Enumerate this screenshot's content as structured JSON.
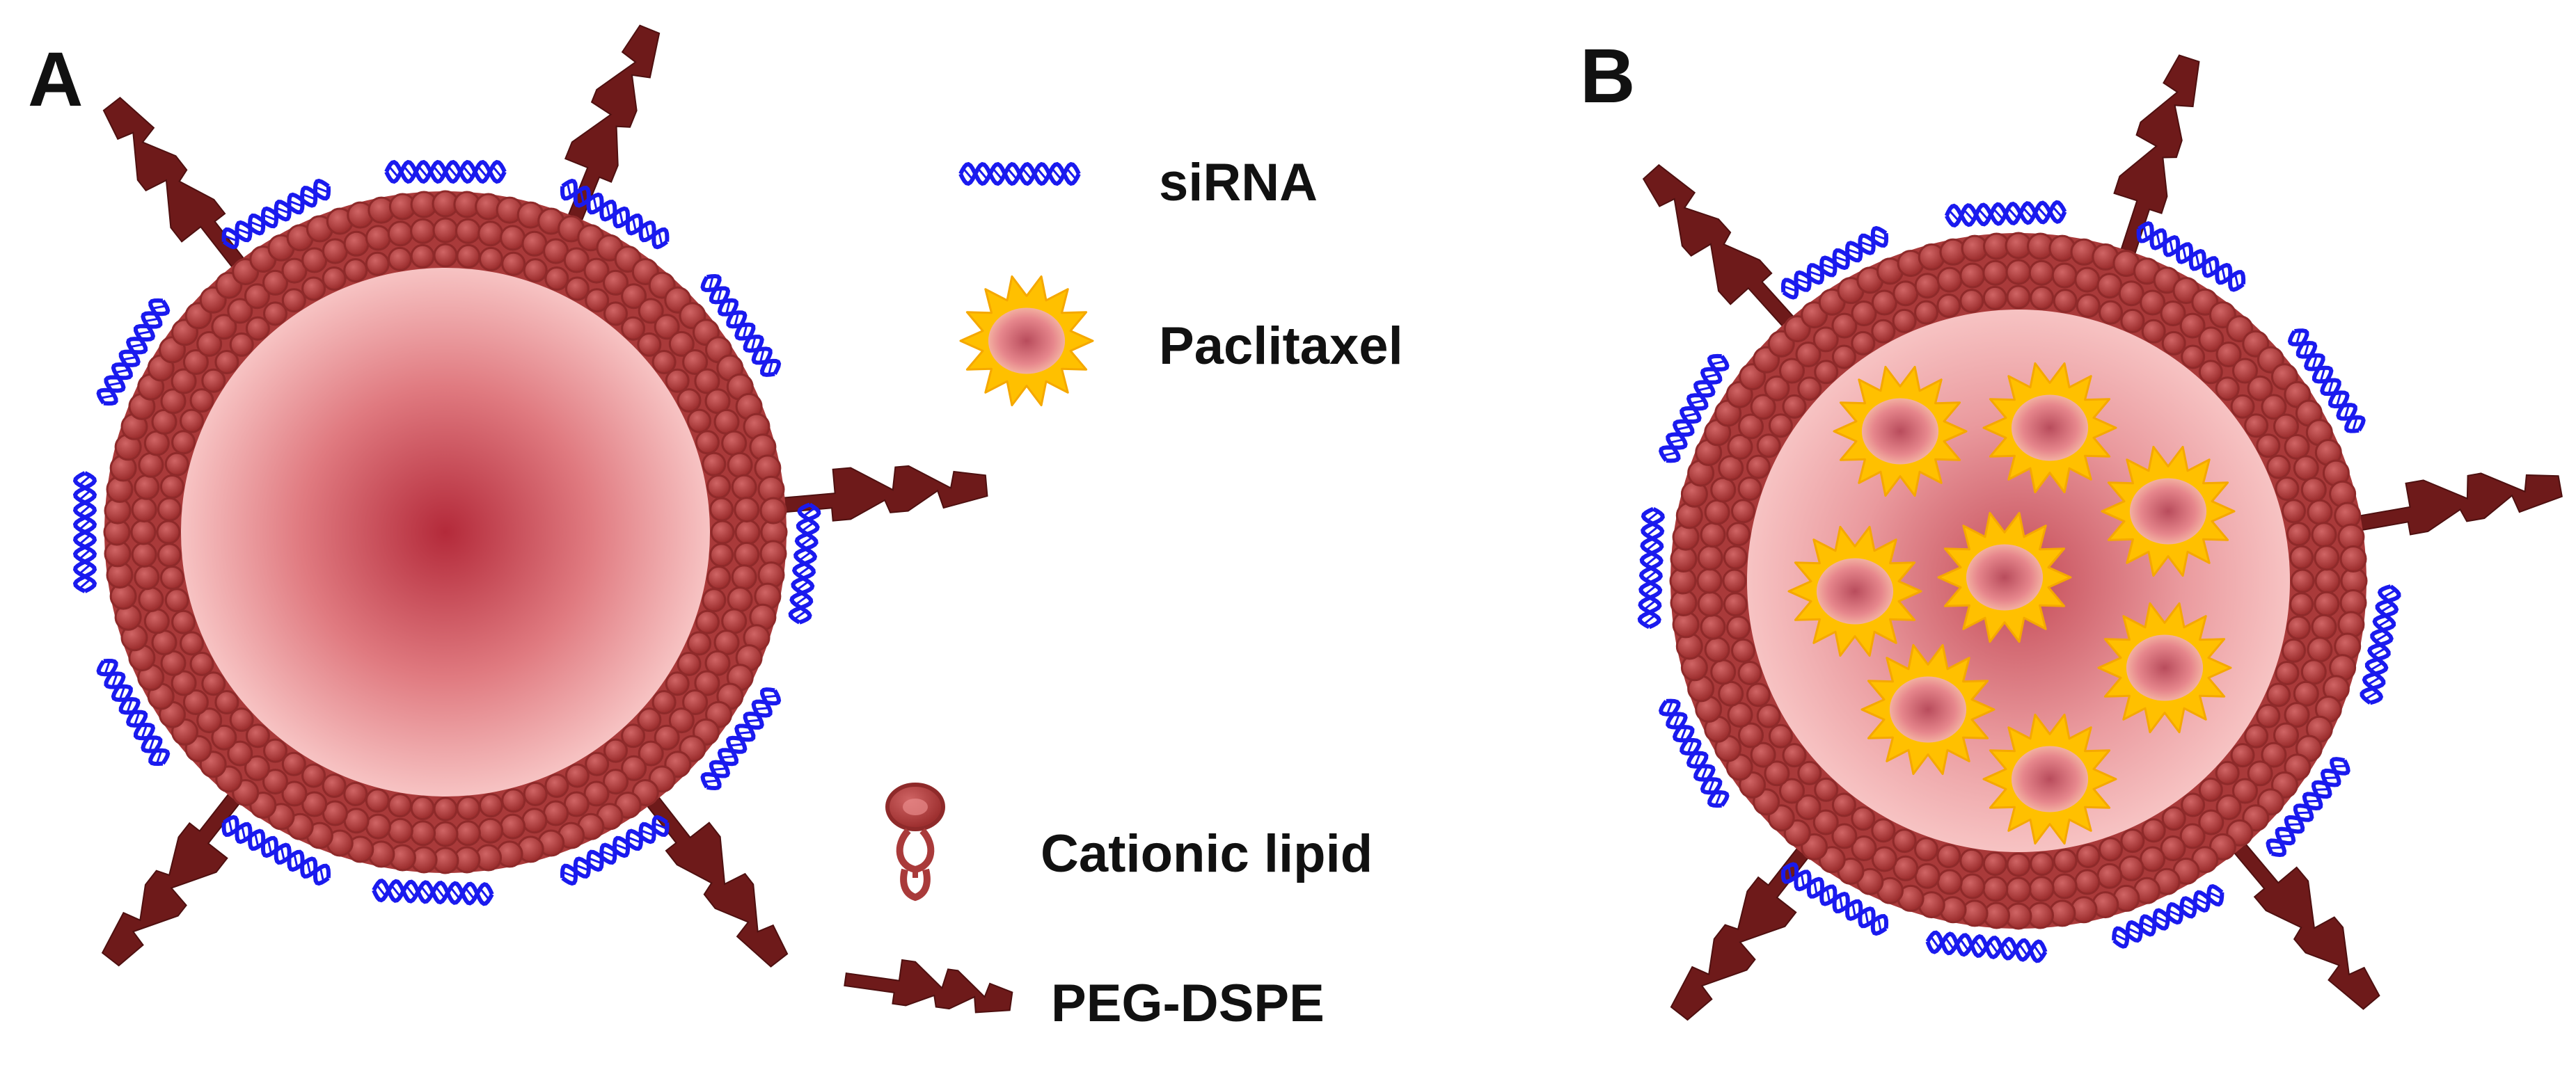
{
  "panels": [
    {
      "letter": "A"
    },
    {
      "letter": "B"
    }
  ],
  "legend": {
    "sirna": "siRNA",
    "paclitaxel": "Paclitaxel",
    "cationic_lipid": "Cationic lipid",
    "peg_dspe": "PEG-DSPE"
  },
  "colors": {
    "lipid": "#a93a3a",
    "lipid_light": "#c95a5a",
    "core_center": "#b42a3a",
    "core_edge": "#f4b7b7",
    "sirna": "#1a1aee",
    "peg": "#6e1a1a",
    "drug_outer": "#ffc000",
    "drug_inner": "#b84c5c"
  }
}
